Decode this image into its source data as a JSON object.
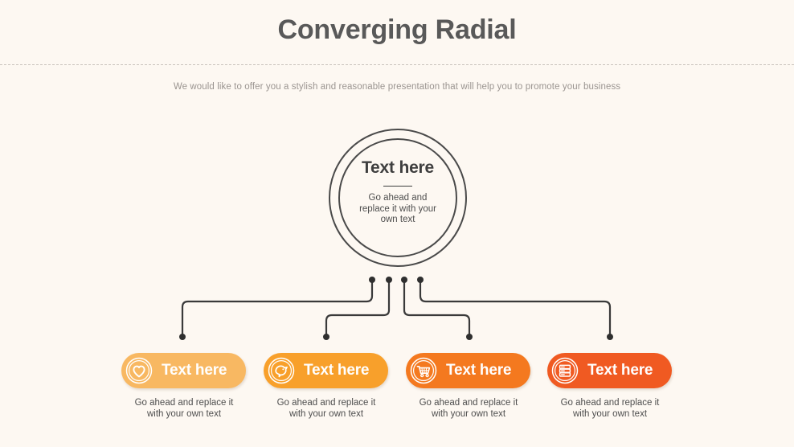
{
  "slide": {
    "title": "Converging Radial",
    "subtitle": "We would like to offer you a stylish and reasonable presentation that will help you to promote your business",
    "background_color": "#FDF8F2",
    "divider_color": "#C9C3BC"
  },
  "hub": {
    "title": "Text here",
    "body": "Go ahead and replace it with your own text",
    "body_lines": [
      "Go ahead and",
      "replace it with your",
      "own text"
    ],
    "stroke_color": "#4A4A4A"
  },
  "connectors": {
    "color": "#3A3A3A",
    "node_count": 4
  },
  "items": [
    {
      "label": "Text here",
      "caption": "Go ahead and replace it with your own text",
      "caption_lines": [
        "Go ahead and replace it",
        "with your own text"
      ],
      "icon": "heart-icon",
      "color": "#F8B862"
    },
    {
      "label": "Text here",
      "caption": "Go ahead and replace it with your own text",
      "caption_lines": [
        "Go ahead and replace it",
        "with your own text"
      ],
      "icon": "bird-icon",
      "color": "#F8A02B"
    },
    {
      "label": "Text here",
      "caption": "Go ahead and replace it with your own text",
      "caption_lines": [
        "Go ahead and replace it",
        "with your own text"
      ],
      "icon": "shopping-cart-icon",
      "color": "#F4791F"
    },
    {
      "label": "Text here",
      "caption": "Go ahead and replace it with your own text",
      "caption_lines": [
        "Go ahead and replace it",
        "with your own text"
      ],
      "icon": "server-stack-icon",
      "color": "#F05A22"
    }
  ]
}
